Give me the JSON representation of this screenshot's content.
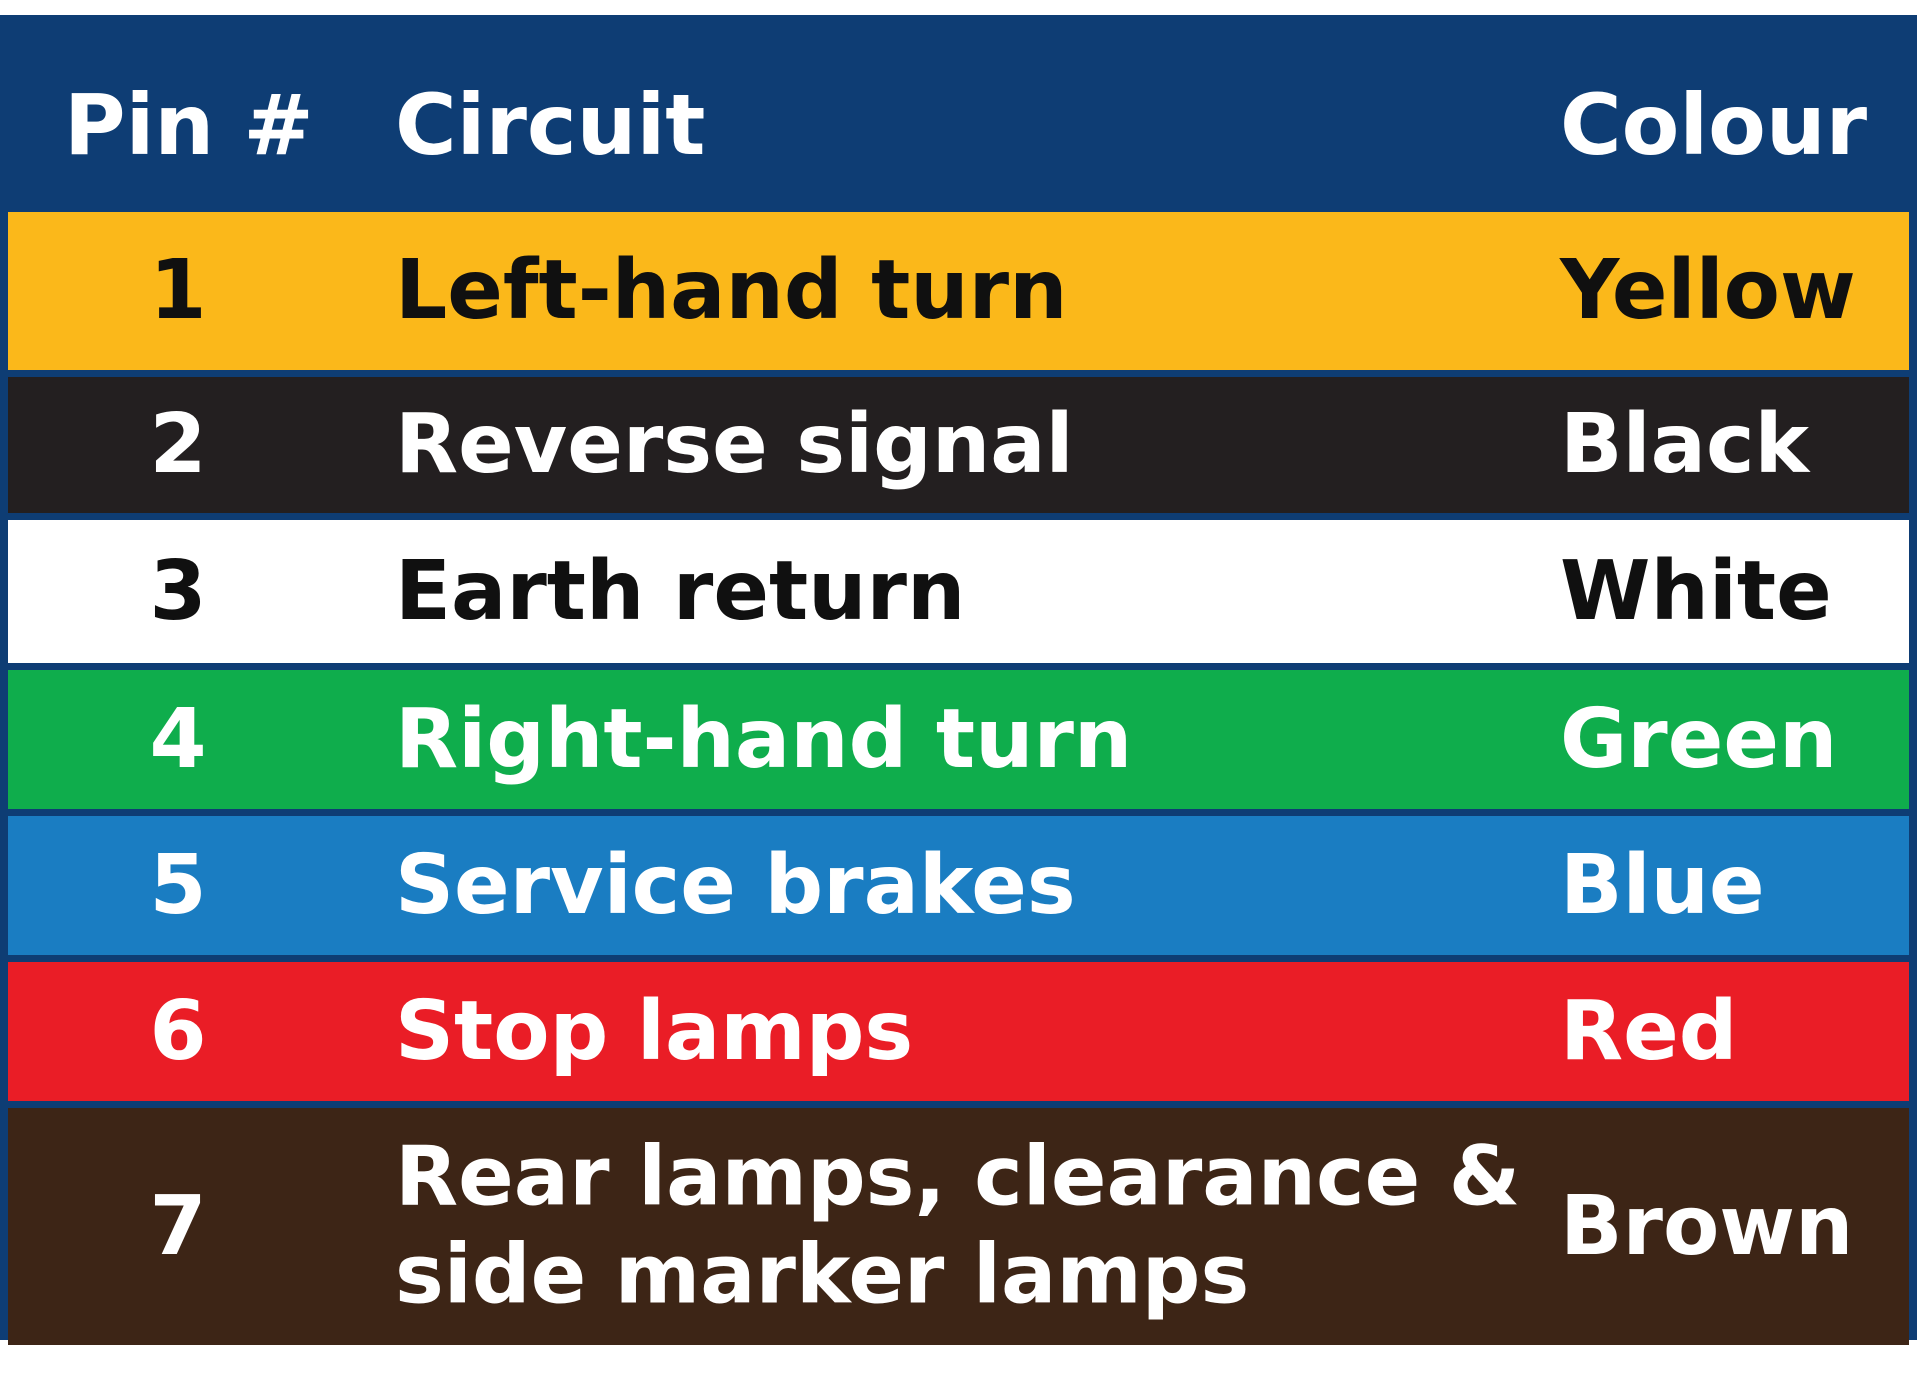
{
  "header": {
    "pin": "Pin #",
    "circuit": "Circuit",
    "colour": "Colour"
  },
  "rows": [
    {
      "pin": "1",
      "circuit": "Left-hand turn",
      "colour": "Yellow",
      "bg": "#fbb81a",
      "fg": "#101010"
    },
    {
      "pin": "2",
      "circuit": "Reverse signal",
      "colour": "Black",
      "bg": "#231f20",
      "fg": "#ffffff"
    },
    {
      "pin": "3",
      "circuit": "Earth return",
      "colour": "White",
      "bg": "#ffffff",
      "fg": "#101010"
    },
    {
      "pin": "4",
      "circuit": "Right-hand turn",
      "colour": "Green",
      "bg": "#0fad4c",
      "fg": "#ffffff"
    },
    {
      "pin": "5",
      "circuit": "Service brakes",
      "colour": "Blue",
      "bg": "#1a7dc2",
      "fg": "#ffffff"
    },
    {
      "pin": "6",
      "circuit": "Stop lamps",
      "colour": "Red",
      "bg": "#ea1d26",
      "fg": "#ffffff"
    },
    {
      "pin": "7",
      "circuit": "Rear lamps, clearance &\nside marker lamps",
      "colour": "Brown",
      "bg": "#3d2516",
      "fg": "#ffffff"
    }
  ],
  "colors": {
    "header_bg": "#0e3d74",
    "header_text": "#ffffff"
  }
}
